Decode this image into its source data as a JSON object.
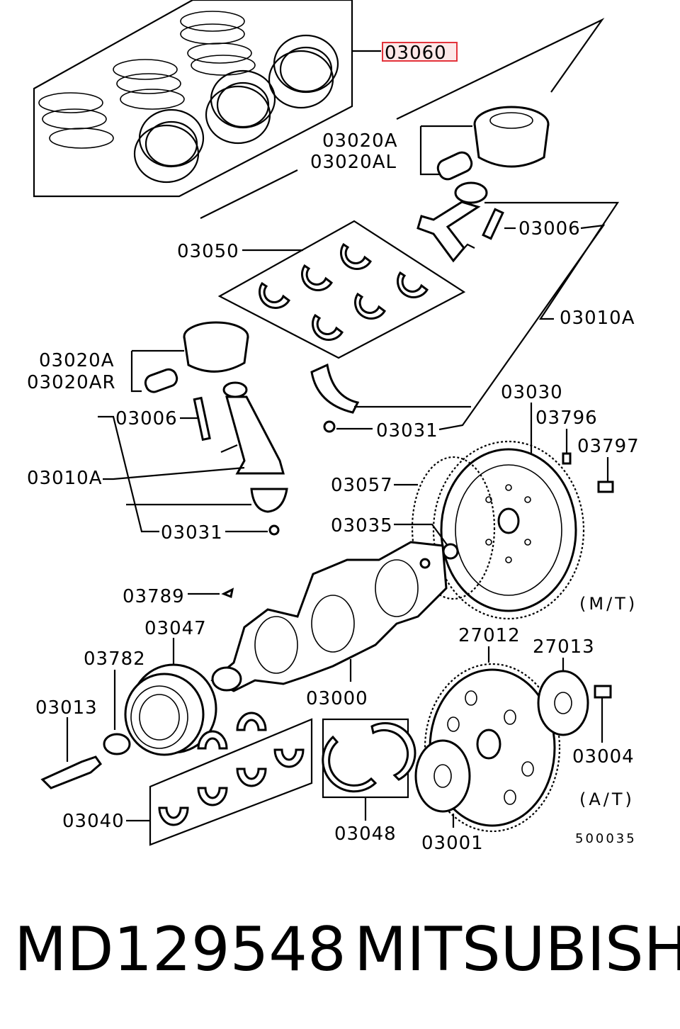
{
  "diagram": {
    "callouts": {
      "c03060": "03060",
      "c03020A_top": "03020A",
      "c03020AL": "03020AL",
      "c03006_top": "03006",
      "c03050": "03050",
      "c03010A_right": "03010A",
      "c03020A_left": "03020A",
      "c03020AR": "03020AR",
      "c03030": "03030",
      "c03796": "03796",
      "c03797": "03797",
      "c03006_left": "03006",
      "c03031_right": "03031",
      "c03010A_left": "03010A",
      "c03057": "03057",
      "c03035": "03035",
      "c03031_left": "03031",
      "c03789": "03789",
      "c03047": "03047",
      "c03782": "03782",
      "c03013": "03013",
      "c03000": "03000",
      "c27012": "27012",
      "c27013": "27013",
      "c03004": "03004",
      "c03040": "03040",
      "c03048": "03048",
      "c03001": "03001"
    },
    "mt_label": "(M/T)",
    "at_label": "(A/T)",
    "figure_code": "500035",
    "highlight_color": "#e3333b"
  },
  "footer": {
    "part_number": "MD129548",
    "brand": "MITSUBISHI"
  }
}
